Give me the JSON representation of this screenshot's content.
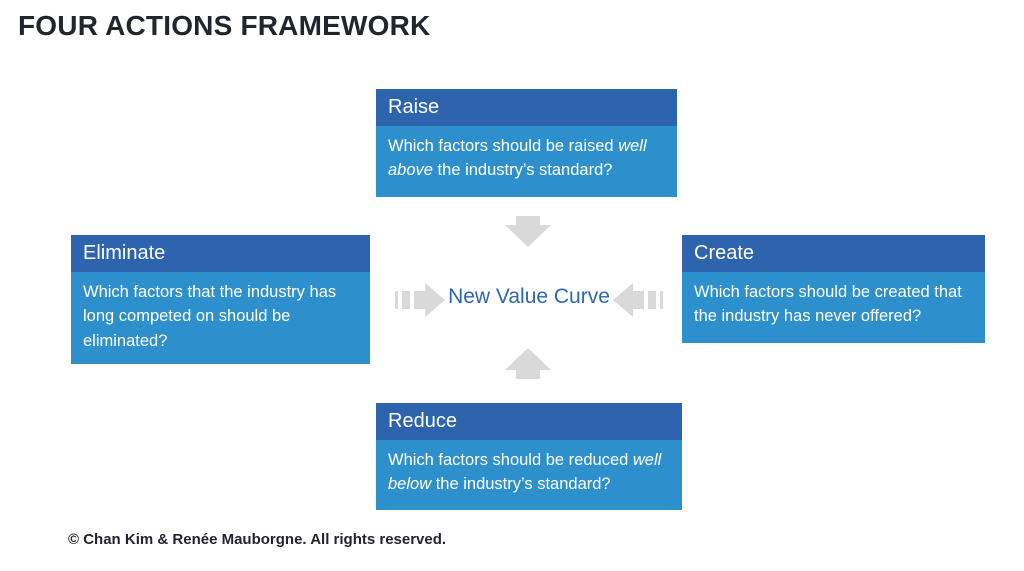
{
  "title": "FOUR ACTIONS FRAMEWORK",
  "center": {
    "label": "New Value Curve"
  },
  "boxes": {
    "raise": {
      "header": "Raise",
      "body_pre": "Which factors should be raised ",
      "body_italic": "well above",
      "body_post": " the industry’s standard?"
    },
    "eliminate": {
      "header": "Eliminate",
      "body_pre": "Which factors that the industry has long competed on should be eliminated?",
      "body_italic": "",
      "body_post": ""
    },
    "create": {
      "header": "Create",
      "body_pre": "Which factors should be created that the industry has never offered?",
      "body_italic": "",
      "body_post": ""
    },
    "reduce": {
      "header": "Reduce",
      "body_pre": "Which factors should be reduced ",
      "body_italic": "well below",
      "body_post": " the industry’s standard?"
    }
  },
  "arrows": {
    "top": "down-block-arrow",
    "bottom": "up-block-arrow",
    "left_of_center": "striped-right-arrow",
    "right_of_center": "striped-left-arrow",
    "color": "#d9d9da"
  },
  "colors": {
    "box_header_blue": "#2e63ae",
    "box_body_blue": "#2d90cd",
    "center_text_blue": "#2c67b2",
    "title_dark": "#21252e",
    "arrow_gray": "#d9d9da",
    "background": "#ffffff"
  },
  "footer": "© Chan Kim & Renée Mauborgne. All rights reserved."
}
